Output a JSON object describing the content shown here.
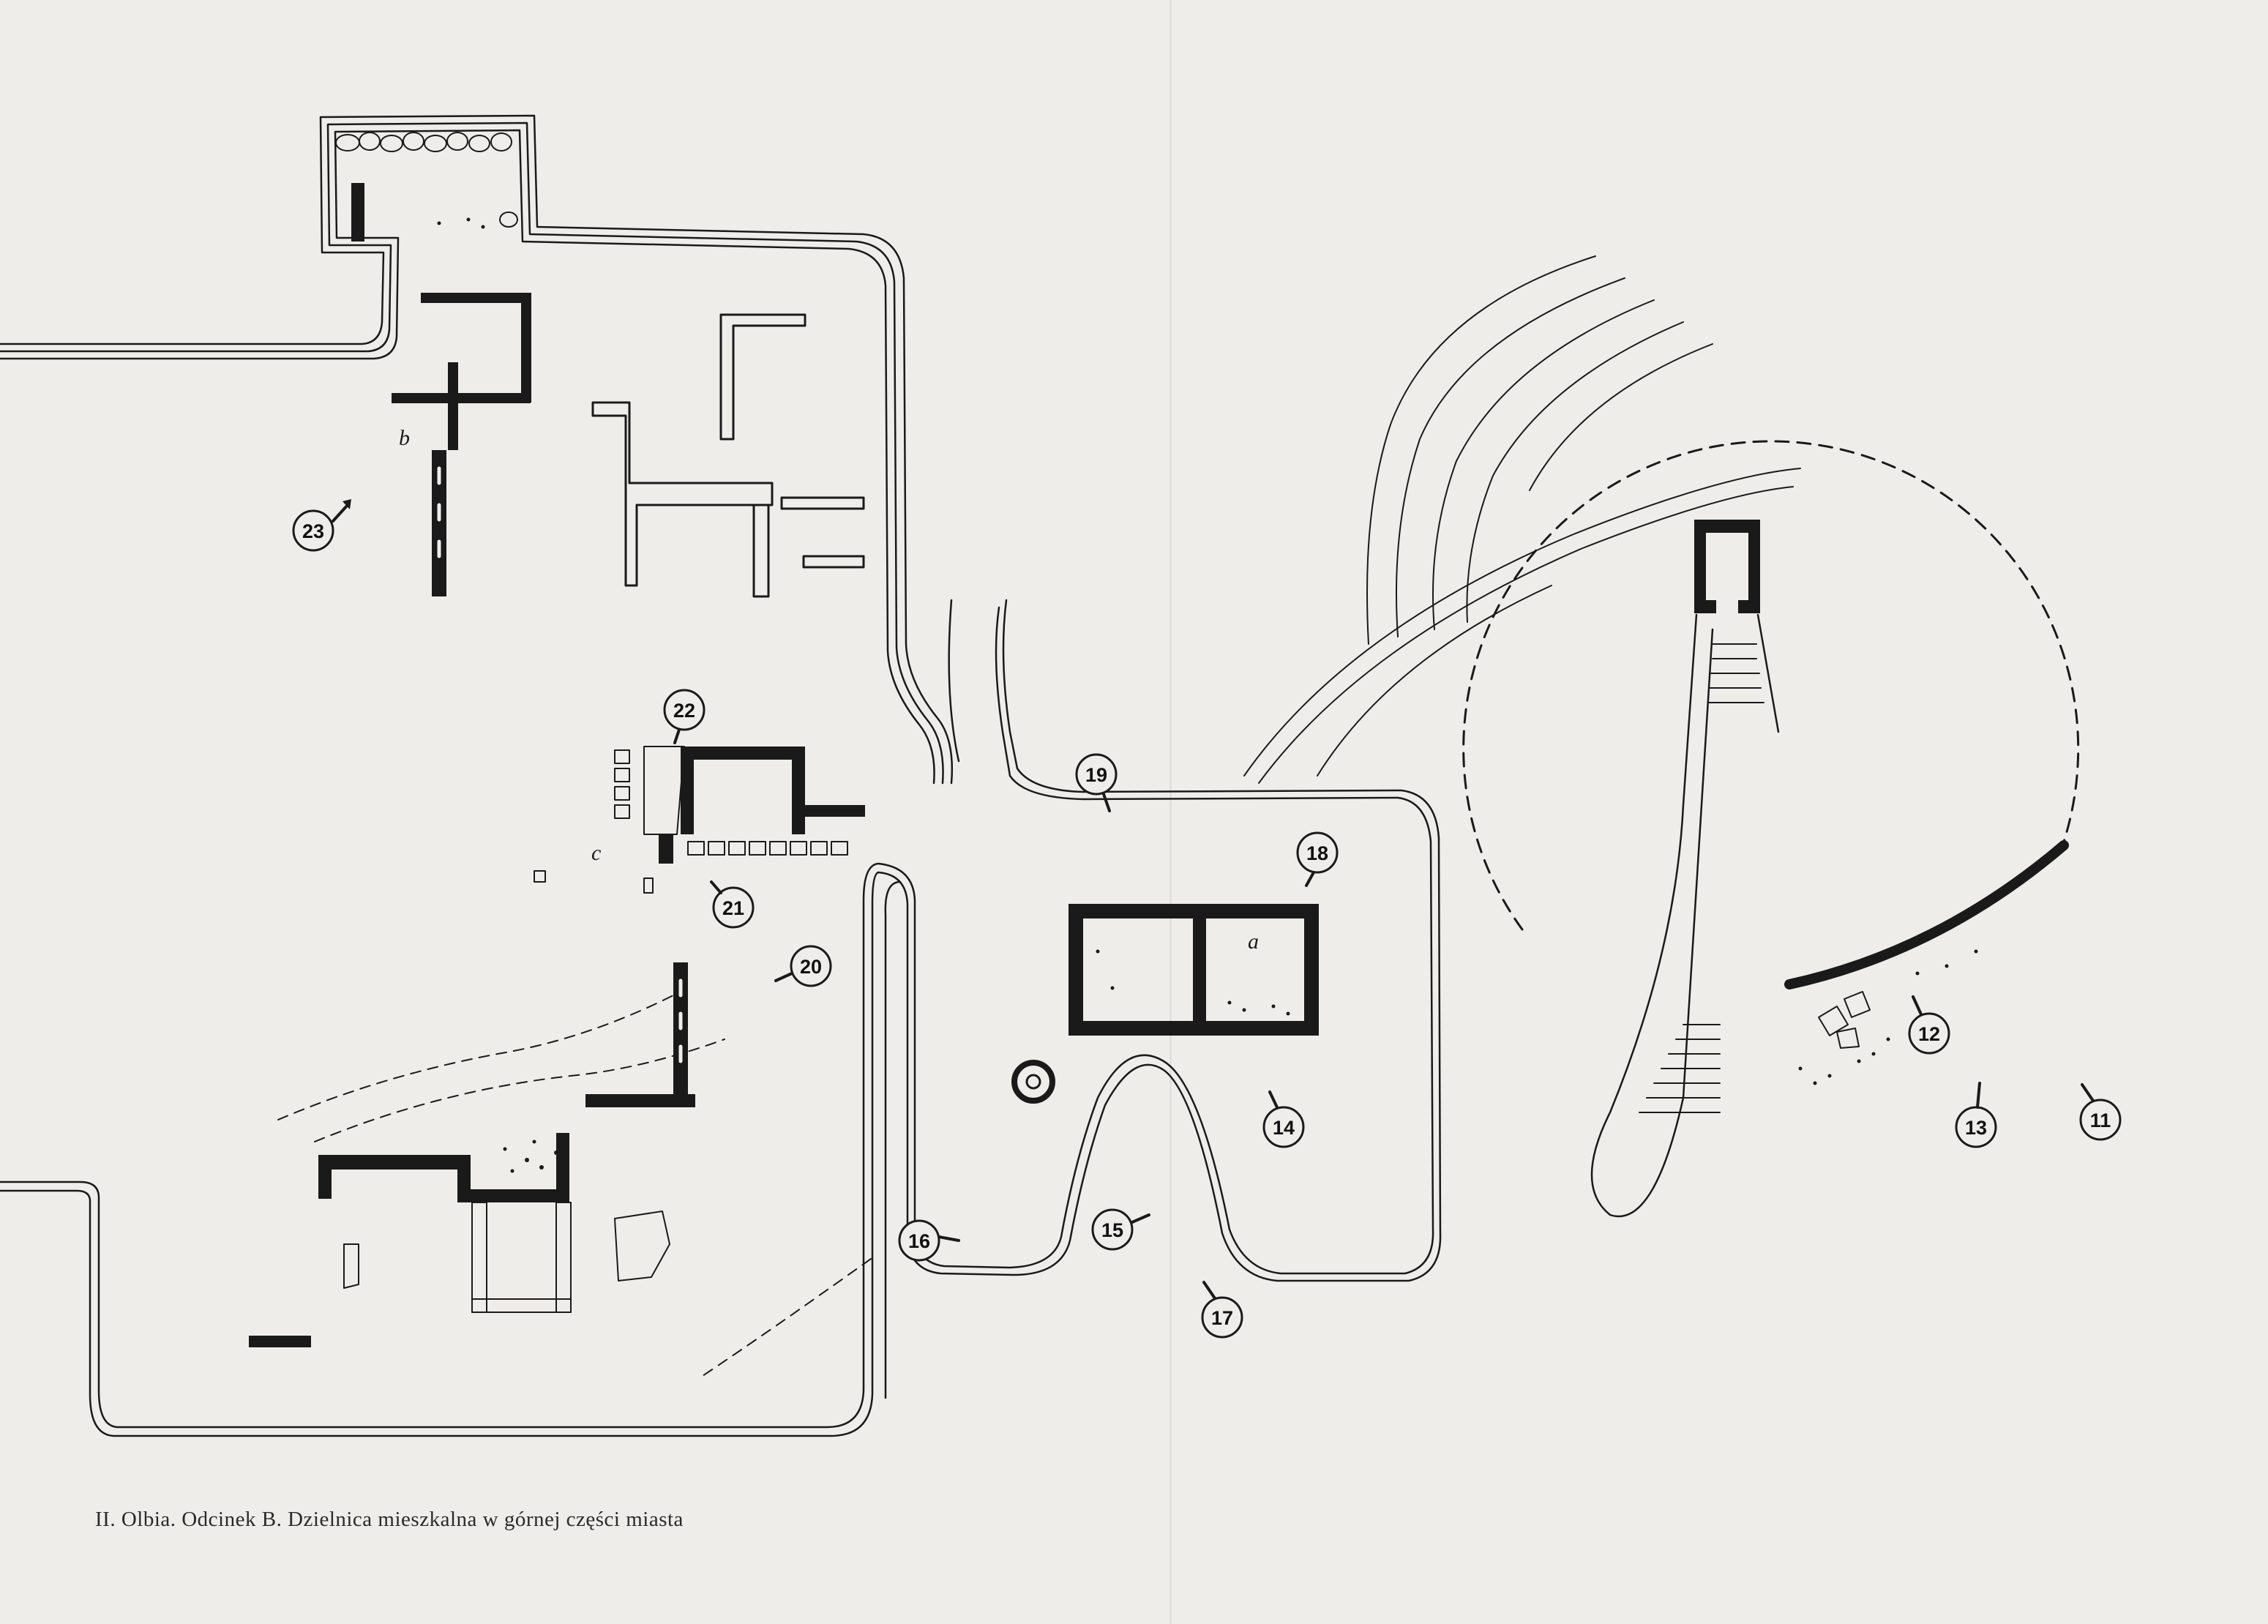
{
  "caption": "II. Olbia. Odcinek B. Dzielnica mieszkalna w górnej części miasta",
  "colors": {
    "ink": "#1a1a1a",
    "paper": "#efedea"
  },
  "letters": [
    "a",
    "b",
    "c"
  ],
  "markers": [
    "11",
    "12",
    "13",
    "14",
    "15",
    "16",
    "17",
    "18",
    "19",
    "20",
    "21",
    "22",
    "23"
  ]
}
